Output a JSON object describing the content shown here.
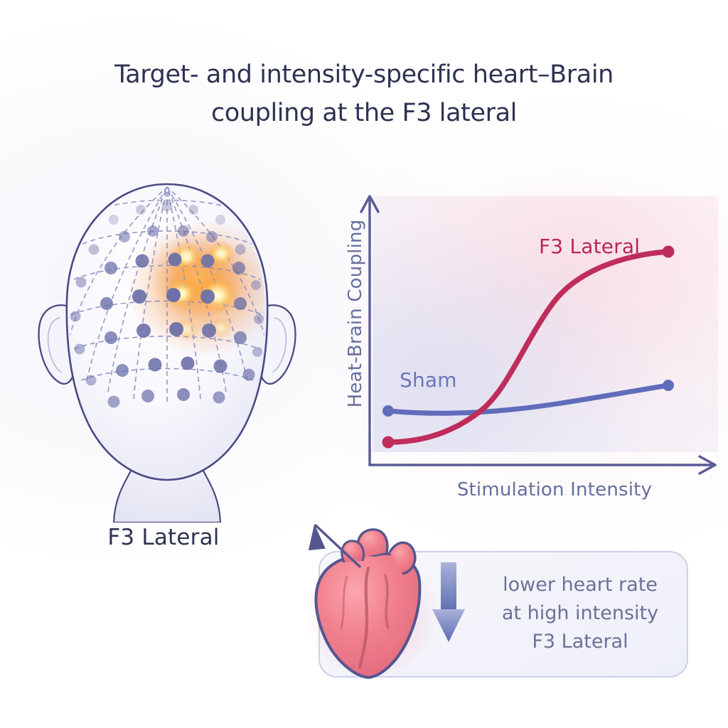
{
  "title": {
    "line1": "Target- and intensity-specific heart–Brain",
    "line2": "coupling at the F3 lateral"
  },
  "head_panel": {
    "caption": "F3 Lateral",
    "electrode_rows": 7,
    "electrode_cols": 9,
    "hotspot_label": "F3 Lateral stimulation hotspot",
    "colors": {
      "outline": "#4a4a85",
      "electrode": "#6b70a8",
      "hotspot_core": "#fff3c0",
      "hotspot_halo": "#f5922e"
    }
  },
  "chart_data": {
    "type": "line",
    "title": "",
    "xlabel": "Stimulation Intensity",
    "ylabel": "Heat-Brain Coupling",
    "xlim": [
      0,
      10
    ],
    "ylim": [
      0,
      10
    ],
    "grid": false,
    "legend_position": "inline-annotation",
    "x": [
      0,
      1.25,
      2.5,
      3.75,
      5,
      6.25,
      7.5,
      8.75,
      10
    ],
    "series": [
      {
        "name": "F3 Lateral",
        "color": "#be2d5b",
        "values": [
          1.35,
          1.65,
          2.15,
          2.95,
          4.2,
          5.75,
          7.0,
          7.8,
          8.1
        ],
        "marker_endpoints": true
      },
      {
        "name": "Sham",
        "color": "#5f6cba",
        "values": [
          3.0,
          2.95,
          2.98,
          3.12,
          3.35,
          3.6,
          3.85,
          4.05,
          4.2
        ],
        "marker_endpoints": true
      }
    ]
  },
  "callout": {
    "heart_label": "anatomical heart",
    "line1": "lower heart rate",
    "line2": "at high intensity",
    "line3": "F3 Lateral",
    "colors": {
      "heart_fill": "#ef7a85",
      "heart_outline": "#55558f",
      "arrow": "#6b78b4",
      "box_border": "#ccd0e8"
    }
  }
}
